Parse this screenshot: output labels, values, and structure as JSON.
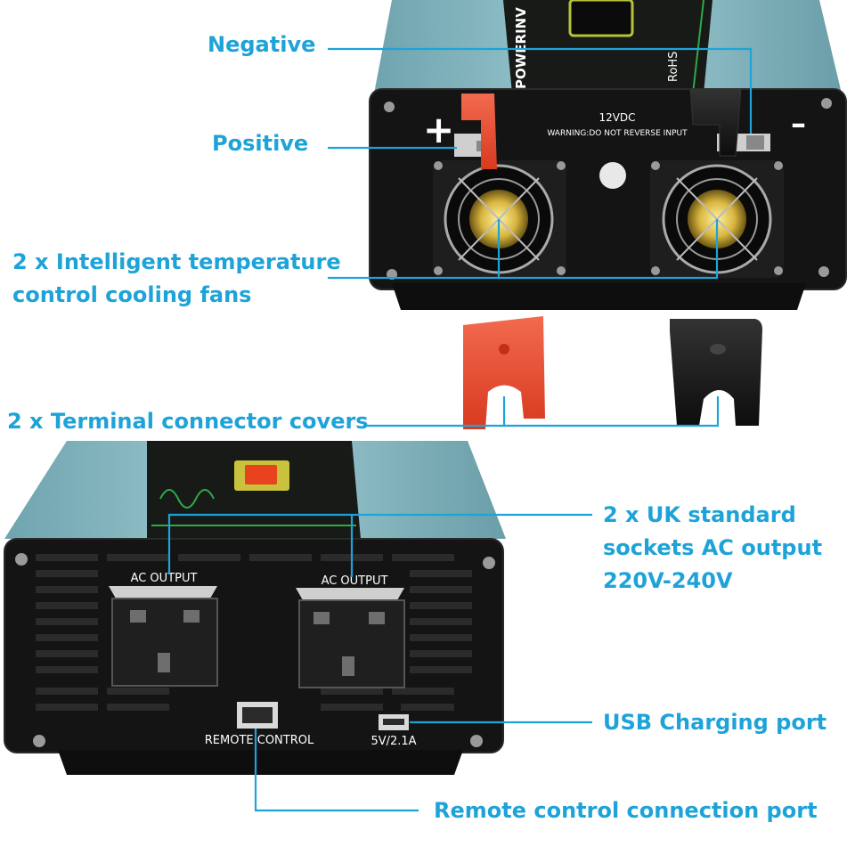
{
  "callouts": {
    "negative": "Negative",
    "positive": "Positive",
    "fans_line1": "2 x Intelligent temperature",
    "fans_line2": "control cooling fans",
    "covers": "2 x Terminal connector covers",
    "sockets_line1": "2 x UK standard",
    "sockets_line2": "sockets AC output",
    "sockets_line3": "220V-240V",
    "usb": "USB Charging port",
    "remote": "Remote control connection port"
  },
  "dc_panel": {
    "plus_symbol": "+",
    "minus_symbol": "–",
    "voltage": "12VDC",
    "warning": "WARNING:DO NOT REVERSE INPUT",
    "brand": "POWERINV",
    "rohs": "RoHS"
  },
  "ac_panel": {
    "socket_label_left": "AC OUTPUT",
    "socket_label_right": "AC OUTPUT",
    "remote_label": "REMOTE CONTROL",
    "usb_label": "5V/2.1A"
  },
  "colors": {
    "callout_text": "#1ea3d8",
    "leader_line": "#1ea3d8",
    "housing": "#7fb3bd",
    "panel": "#151515",
    "positive_cover": "#e8472d",
    "negative_cover": "#1b1b1b"
  }
}
